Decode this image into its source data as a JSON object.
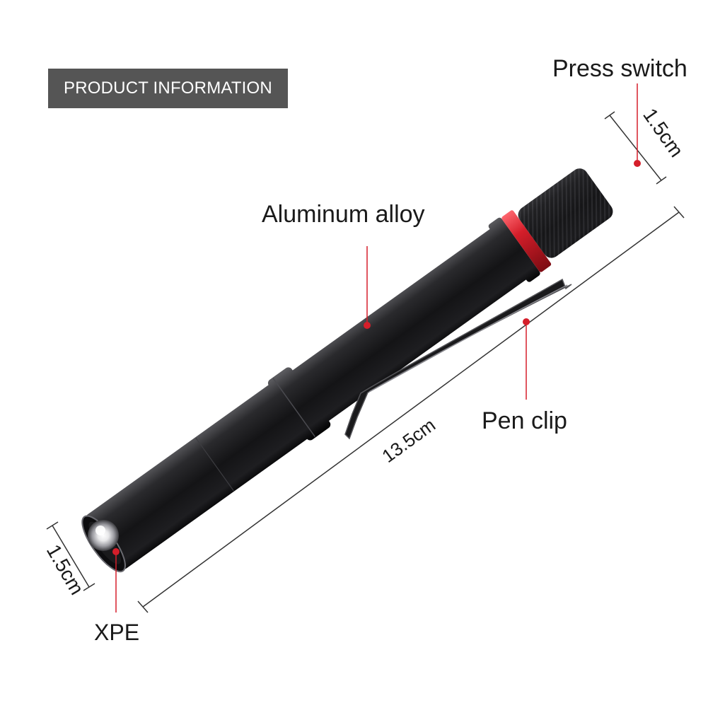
{
  "banner": {
    "title": "PRODUCT INFORMATION"
  },
  "labels": {
    "press_switch": "Press switch",
    "aluminum_alloy": "Aluminum alloy",
    "pen_clip": "Pen clip",
    "led": "XPE"
  },
  "dimensions": {
    "tail_diameter": "1.5cm",
    "head_diameter": "1.5cm",
    "length": "13.5cm"
  },
  "colors": {
    "banner_bg": "#555555",
    "accent_red": "#d51e2a",
    "body_black": "#1c1c1e"
  }
}
